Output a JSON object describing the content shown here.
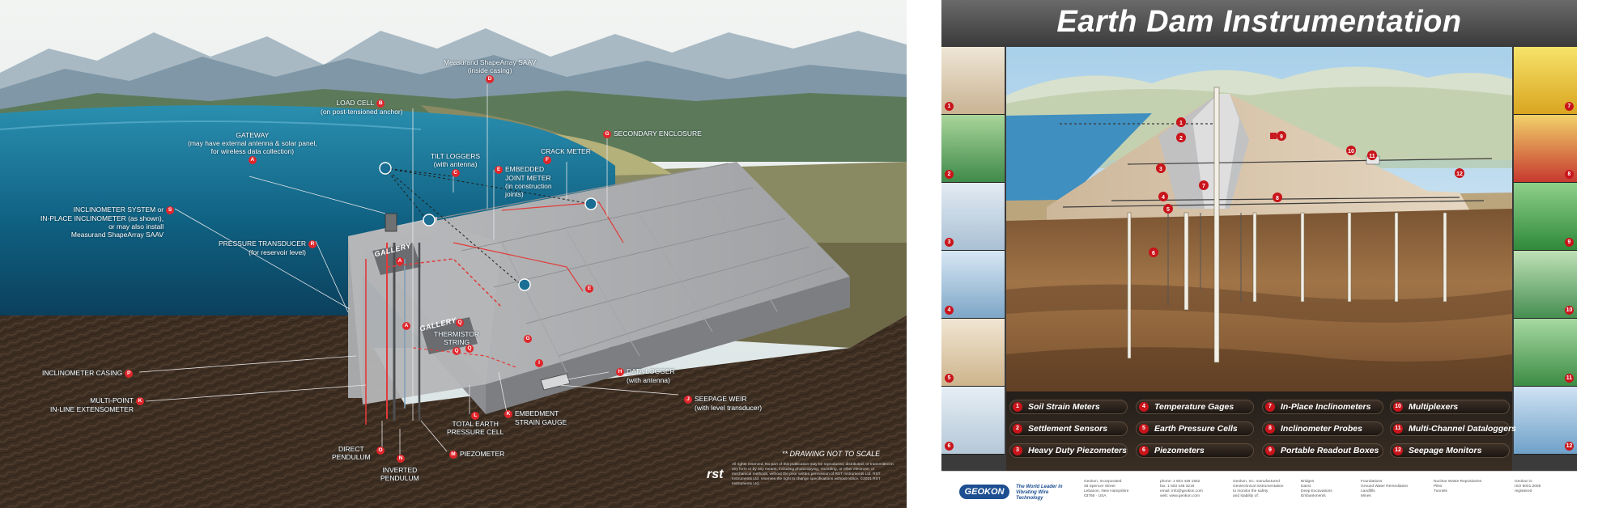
{
  "left": {
    "callouts": {
      "shapearray": {
        "badge": "D",
        "line1": "Measurand ShapeArray SAAV",
        "line2": "(inside casing)"
      },
      "loadcell": {
        "badge": "B",
        "line1": "LOAD CELL",
        "line2": "(on post-tensioned anchor)"
      },
      "gateway": {
        "badge": "A",
        "line1": "GATEWAY",
        "line2": "(may have external antenna & solar panel,",
        "line3": "for wireless data collection)"
      },
      "secondary": {
        "badge": "G",
        "line1": "SECONDARY ENCLOSURE"
      },
      "tilt": {
        "badge": "C",
        "line1": "TILT LOGGERS",
        "line2": "(with antenna)"
      },
      "crack": {
        "badge": "F",
        "line1": "CRACK METER"
      },
      "joint": {
        "badge": "E",
        "line1": "EMBEDDED",
        "line2": "JOINT METER",
        "line3": "(in construction",
        "line4": "joints)"
      },
      "incl_system": {
        "badge": "S",
        "line1": "INCLINOMETER SYSTEM or",
        "line2": "IN-PLACE INCLINOMETER (as shown),",
        "line3": "or may also install",
        "line4": "Measurand ShapeArray SAAV"
      },
      "pressure": {
        "badge": "R",
        "line1": "PRESSURE TRANSDUCER",
        "line2": "(for reservoir level)"
      },
      "casing": {
        "badge": "P",
        "line1": "INCLINOMETER CASING"
      },
      "extenso": {
        "badge": "K",
        "line1": "MULTI-POINT",
        "line2": "IN-LINE EXTENSOMETER"
      },
      "thermistor": {
        "badge": "Q",
        "line1": "THERMISTOR",
        "line2": "STRING"
      },
      "datalogger": {
        "badge": "H",
        "line1": "DATA LOGGER",
        "line2": "(with antenna)"
      },
      "seepage": {
        "badge": "J",
        "line1": "SEEPAGE WEIR",
        "line2": "(with level transducer)"
      },
      "strain": {
        "badge": "K",
        "line1": "EMBEDMENT",
        "line2": "STRAIN GAUGE"
      },
      "earthcell": {
        "badge": "L",
        "line1": "TOTAL EARTH",
        "line2": "PRESSURE CELL"
      },
      "piezo": {
        "badge": "M",
        "line1": "PIEZOMETER"
      },
      "direct": {
        "badge": "O",
        "line1": "DIRECT",
        "line2": "PENDULUM"
      },
      "inverted": {
        "badge": "N",
        "line1": "INVERTED",
        "line2": "PENDULUM"
      }
    },
    "gallery_label": "GALLERY",
    "diagram_badges": [
      "A",
      "A",
      "G",
      "E",
      "I",
      "Q",
      "Q"
    ],
    "drawing_note": "** DRAWING NOT TO SCALE",
    "logo": "rst",
    "legal": "All rights reserved. No part of this publication may be reproduced, distributed, or transmitted in any form or by any means, including photocopying, recording, or other electronic or mechanical methods, without the prior written permission of RST Instruments Ltd. RST Instruments Ltd. reserves the right to change specifications without notice. ©2021 RST Instruments Ltd."
  },
  "right": {
    "title": "Earth Dam Instrumentation",
    "side_numbers_left": [
      "1",
      "2",
      "3",
      "4",
      "5",
      "6"
    ],
    "side_numbers_right": [
      "7",
      "8",
      "9",
      "10",
      "11",
      "12"
    ],
    "diagram_numbers": [
      "1",
      "2",
      "3",
      "4",
      "5",
      "6",
      "7",
      "8",
      "9",
      "10",
      "11",
      "12"
    ],
    "legend": [
      {
        "num": "1",
        "label": "Soil Strain Meters"
      },
      {
        "num": "2",
        "label": "Settlement Sensors"
      },
      {
        "num": "3",
        "label": "Heavy Duty Piezometers"
      },
      {
        "num": "4",
        "label": "Temperature Gages"
      },
      {
        "num": "5",
        "label": "Earth Pressure Cells"
      },
      {
        "num": "6",
        "label": "Piezometers"
      },
      {
        "num": "7",
        "label": "In-Place Inclinometers"
      },
      {
        "num": "8",
        "label": "Inclinometer Probes"
      },
      {
        "num": "9",
        "label": "Portable Readout Boxes"
      },
      {
        "num": "10",
        "label": "Multiplexers"
      },
      {
        "num": "11",
        "label": "Multi-Channel Dataloggers"
      },
      {
        "num": "12",
        "label": "Seepage Monitors"
      }
    ],
    "footer": {
      "logo": "GEOKON",
      "tagline": "The World Leader in Vibrating Wire Technology",
      "col1": "Geokon, Incorporated\n48 Spencer Street\nLebanon, New Hampshire\n03766 · USA",
      "col2": "phone: 1 603 448 1562\nfax: 1 603 448 3216\nemail: info@geokon.com\nweb: www.geokon.com",
      "col3": "Geokon, Inc. manufactured\nGeotechnical Instrumentation\nto monitor the safety\nand stability of:",
      "col4": "Bridges\nDams\nDeep Excavations\nEmbankments",
      "col5": "Foundations\nGround Water Remediation\nLandfills\nMines",
      "col6": "Nuclear Waste Repositories\nPiles\nTunnels",
      "col7": "Geokon is\nISO 9001:2008\nregistered"
    }
  }
}
